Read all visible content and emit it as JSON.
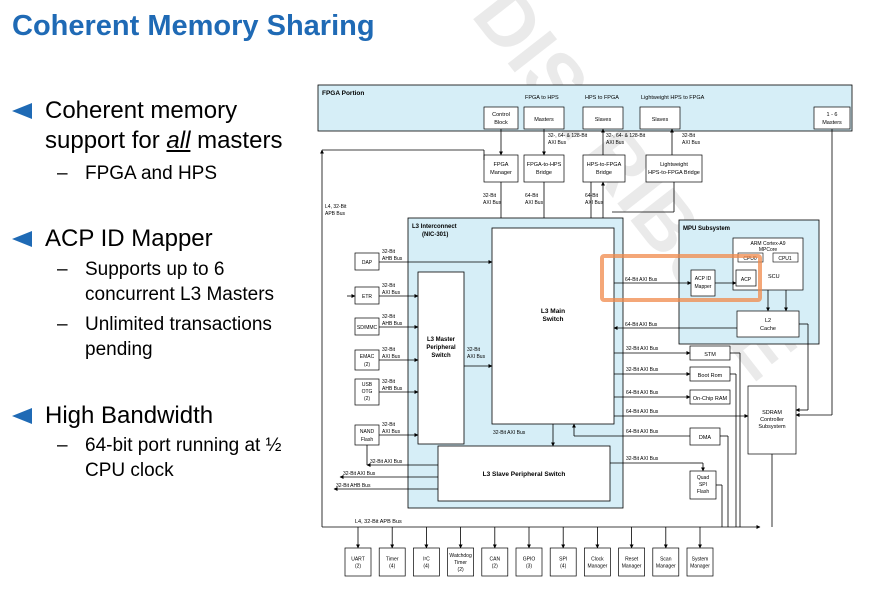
{
  "title": "Coherent Memory Sharing",
  "bullets": [
    {
      "lines": [
        "Coherent memory",
        "support for ",
        "all",
        " masters"
      ],
      "subs": [
        [
          "FPGA and HPS"
        ]
      ]
    },
    {
      "lines": [
        "ACP ID Mapper"
      ],
      "subs": [
        [
          "Supports up to 6",
          "concurrent L3 Masters"
        ],
        [
          "Unlimited  transactions",
          "pending"
        ]
      ]
    },
    {
      "lines": [
        "High Bandwidth"
      ],
      "subs": [
        [
          "64-bit port running at ½",
          "CPU clock"
        ]
      ]
    }
  ],
  "diagram": {
    "fpga_portion": "FPGA Portion",
    "fpga_to_hps": "FPGA to HPS",
    "hps_to_fpga": "HPS to FPGA",
    "lw_hps_to_fpga": "Lightweight HPS to FPGA",
    "control_block": [
      "Control",
      "Block"
    ],
    "masters": "Masters",
    "slaves": "Slaves",
    "masters_16": [
      "1 - 6",
      "Masters"
    ],
    "bus_32_64_128": [
      "32-, 64- & 128-Bit",
      "AXI Bus"
    ],
    "bus_32_64_128b": [
      "32-, 64- & 128-Bit",
      "AXI Bus"
    ],
    "bus_32_axi_top": [
      "32-Bit",
      "AXI Bus"
    ],
    "fpga_manager": [
      "FPGA",
      "Manager"
    ],
    "fpga_to_hps_bridge": [
      "FPGA-to-HPS",
      "Bridge"
    ],
    "hps_to_fpga_bridge": [
      "HPS-to-FPGA",
      "Bridge"
    ],
    "lw_bridge": [
      "Lightweight",
      "HPS-to-FPGA Bridge"
    ],
    "bus_32_axi_a": [
      "32-Bit",
      "AXI Bus"
    ],
    "bus_64_axi_a": [
      "64-Bit",
      "AXI Bus"
    ],
    "bus_64_axi_b": [
      "64-Bit",
      "AXI Bus"
    ],
    "l4_apb": [
      "L4, 32-Bit",
      "APB Bus"
    ],
    "l3_interconnect": [
      "L3 Interconnect",
      "(NIC-301)"
    ],
    "l3_main_switch": [
      "L3 Main",
      "Switch"
    ],
    "l3_master_periph": [
      "L3 Master",
      "Peripheral",
      "Switch"
    ],
    "l3_slave_periph": "L3 Slave Peripheral Switch",
    "mpu_subsystem": "MPU Subsystem",
    "arm_cortex": [
      "ARM Cortex-A9",
      "MPCore"
    ],
    "cpu0": "CPU0",
    "cpu1": "CPU1",
    "scu": "SCU",
    "acp_id_mapper": [
      "ACP ID",
      "Mapper"
    ],
    "acp": "ACP",
    "l2_cache": [
      "L2",
      "Cache"
    ],
    "bus_64_acp": "64-Bit AXI Bus",
    "bus_64_l2": "64-Bit AXI Bus",
    "dap": "DAP",
    "etr": "ETR",
    "sdmmc": "SD/MMC",
    "emac": [
      "EMAC",
      "(2)"
    ],
    "usb_otg": [
      "USB",
      "OTG",
      "(2)"
    ],
    "nand": [
      "NAND",
      "Flash"
    ],
    "bus_dap": [
      "32-Bit",
      "AHB Bus"
    ],
    "bus_etr": [
      "32-Bit",
      "AXI Bus"
    ],
    "bus_sdmmc": [
      "32-Bit",
      "AHB Bus"
    ],
    "bus_emac": [
      "32-Bit",
      "AXI Bus"
    ],
    "bus_usb": [
      "32-Bit",
      "AHB Bus"
    ],
    "bus_nand": [
      "32-Bit",
      "AXI Bus"
    ],
    "bus_mid_32": [
      "32-Bit",
      "AXI Bus"
    ],
    "bus_stm": "32-Bit AXI Bus",
    "bus_boot": "32-Bit AXI Bus",
    "bus_ocram": "64-Bit AXI Bus",
    "bus_sdram": "64-Bit AXI Bus",
    "bus_dma": "64-Bit AXI Bus",
    "bus_qspi": "32-Bit AXI Bus",
    "bus_main_bottom": "32-Bit AXI Bus",
    "bus_nand_lower": "32-Bit AXI Bus",
    "bus_left_axi": "32-Bit AXI Bus",
    "bus_left_ahb": "32-Bit AHB Bus",
    "stm": "STM",
    "boot_rom": "Boot Rom",
    "ocram": "On-Chip RAM",
    "dma": "DMA",
    "sdram": [
      "SDRAM",
      "Controller",
      "Subsystem"
    ],
    "qspi": [
      "Quad",
      "SPI",
      "Flash"
    ],
    "l4_bus": "L4, 32-Bit APB Bus",
    "peripherals": [
      [
        "UART",
        "(2)"
      ],
      [
        "Timer",
        "(4)"
      ],
      [
        "I²C",
        "(4)"
      ],
      [
        "Watchdog",
        "Timer",
        "(2)"
      ],
      [
        "CAN",
        "(2)"
      ],
      [
        "GPIO",
        "(3)"
      ],
      [
        "SPI",
        "(4)"
      ],
      [
        "Clock",
        "Manager"
      ],
      [
        "Reset",
        "Manager"
      ],
      [
        "Scan",
        "Manager"
      ],
      [
        "System",
        "Manager"
      ]
    ],
    "watermark": "DISTRIBUTE"
  },
  "colors": {
    "title": "#1f6ab5",
    "panel": "#d6eef7",
    "highlight": "#f08a4b"
  }
}
